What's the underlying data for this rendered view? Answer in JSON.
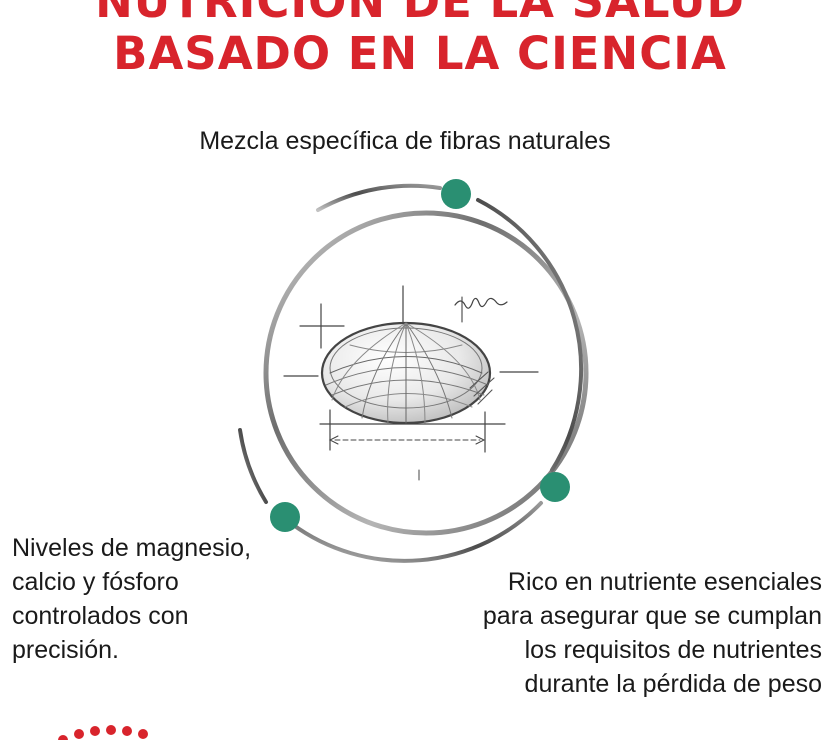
{
  "headline": {
    "line1": "NUTRICIÓN DE LA SALUD",
    "line2": "BASADO EN LA CIENCIA"
  },
  "benefits": {
    "top": "Mezcla específica de fibras naturales",
    "left": [
      "Niveles de magnesio,",
      "calcio y fósforo",
      "controlados con",
      "precisión."
    ],
    "right": [
      "Rico en nutriente esenciales",
      "para asegurar que se cumplan",
      "los requisitos de nutrientes",
      "durante la pérdida de peso"
    ]
  },
  "colors": {
    "headline": "#d8242c",
    "marker": "#2a8f72",
    "ring": "#8c8c8c",
    "logo": "#d8242c"
  },
  "icons": {
    "kibble": "kibble-sketch-icon",
    "logo": "crown-dots-logo"
  }
}
